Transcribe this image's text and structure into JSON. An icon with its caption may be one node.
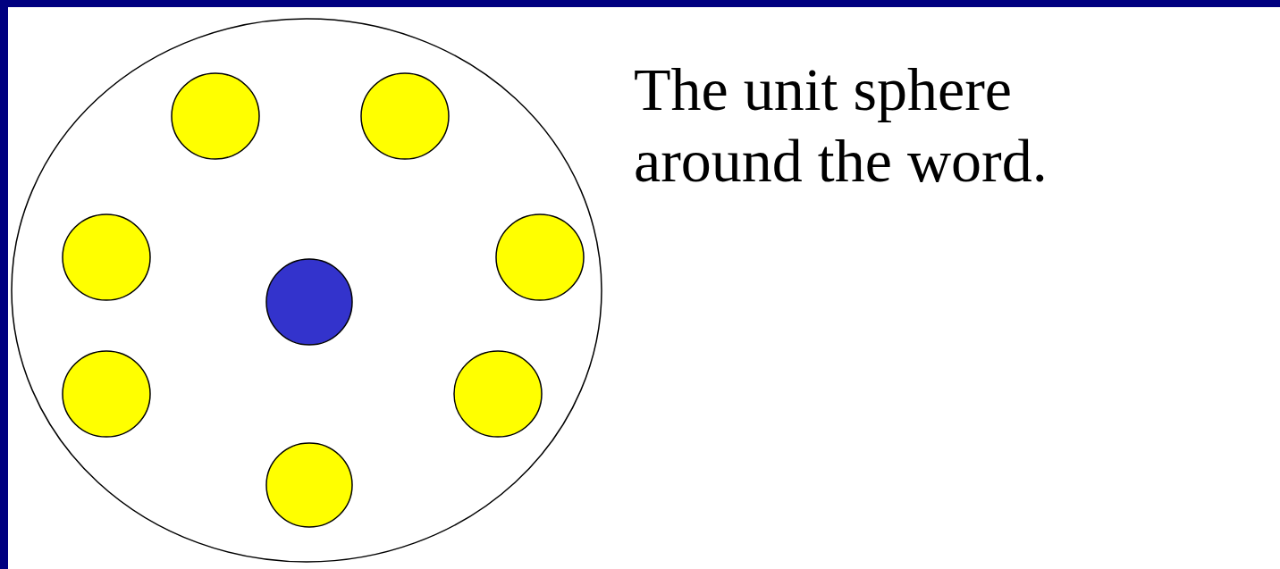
{
  "diagram": {
    "nodes": [
      {
        "text": [],
        "shape": "circle"
      },
      {
        "text": [],
        "shape": "circle",
        "in": 0
      },
      {
        "text": [],
        "shape": "circle",
        "in": 0
      },
      {
        "text": [],
        "shape": "circle",
        "in": 0
      },
      {
        "text": [],
        "shape": "circle",
        "in": 0
      },
      {
        "text": [],
        "shape": "circle",
        "in": 0
      },
      {
        "text": [],
        "shape": "circle",
        "in": 0
      },
      {
        "text": [],
        "shape": "circle",
        "in": 0
      },
      {
        "text": [],
        "shape": "circle",
        "in": 0
      }
    ],
    "labels": [
      "The unit sphere around the word."
    ]
  }
}
